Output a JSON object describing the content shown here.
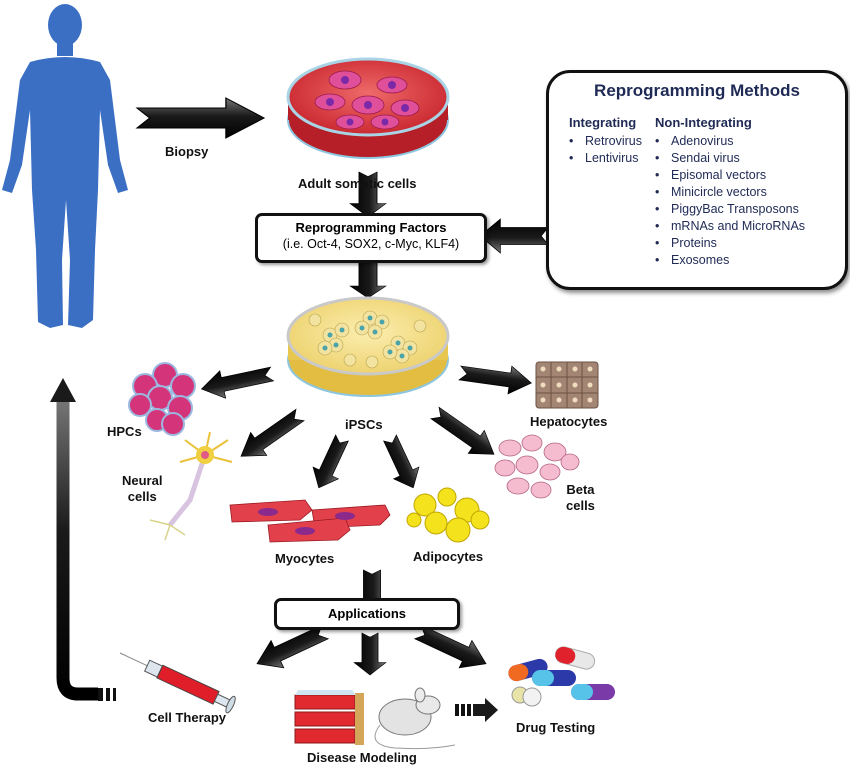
{
  "biopsy_label": "Biopsy",
  "somatic_label": "Adult somatic cells",
  "factors_box": {
    "title": "Reprogramming Factors",
    "subtitle": "(i.e. Oct-4, SOX2, c-Myc, KLF4)"
  },
  "methods_box": {
    "title": "Reprogramming Methods",
    "integrating": {
      "heading": "Integrating",
      "items": [
        "Retrovirus",
        "Lentivirus"
      ]
    },
    "non_integrating": {
      "heading": "Non-Integrating",
      "items": [
        "Adenovirus",
        "Sendai virus",
        "Episomal vectors",
        "Minicircle vectors",
        "PiggyBac Transposons",
        "mRNAs and MicroRNAs",
        "Proteins",
        "Exosomes"
      ]
    }
  },
  "ipsc_label": "iPSCs",
  "cell_types": {
    "hpcs": "HPCs",
    "neural_line1": "Neural",
    "neural_line2": "cells",
    "myocytes": "Myocytes",
    "adipocytes": "Adipocytes",
    "hepatocytes": "Hepatocytes",
    "beta_line1": "Beta",
    "beta_line2": "cells"
  },
  "applications_box": {
    "title": "Applications"
  },
  "applications": {
    "cell_therapy": "Cell Therapy",
    "disease_modeling": "Disease Modeling",
    "drug_testing": "Drug Testing"
  },
  "colors": {
    "human": "#3b6fc4",
    "methods_text": "#1f2a55",
    "arrow": "#2a2a2a",
    "dish_red": "#d9363e",
    "dish_yellow": "#f0d46a"
  }
}
